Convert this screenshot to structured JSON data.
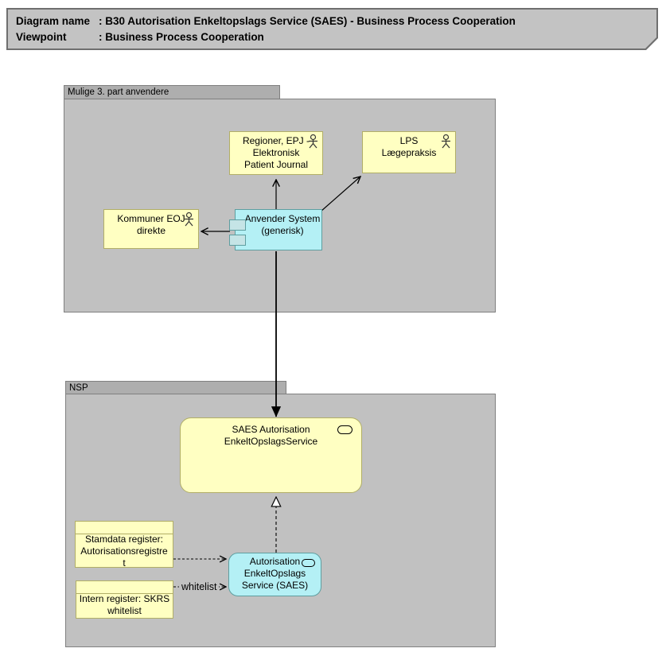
{
  "note": {
    "line1_label": "Diagram name",
    "line1_value": ": B30 Autorisation Enkeltopslags Service (SAES) - Business Process Cooperation",
    "line2_label": "Viewpoint",
    "line2_value": ": Business Process Cooperation"
  },
  "groups": {
    "anvendere": {
      "label": "Mulige 3. part anvendere"
    },
    "nsp": {
      "label": "NSP"
    }
  },
  "nodes": {
    "regioner": {
      "label": "Regioner, EPJ -\nElektronisk\nPatient Journal",
      "type": "business-actor"
    },
    "lps": {
      "label": "LPS\nLægepraksis",
      "type": "business-actor"
    },
    "kommuner": {
      "label": "Kommuner EOJ\ndirekte",
      "type": "business-actor"
    },
    "anvender": {
      "label": "Anvender System\n(generisk)",
      "type": "application-component"
    },
    "saes": {
      "label": "SAES Autorisation\nEnkeltOpslagsService",
      "type": "service"
    },
    "stamdata": {
      "label": "Stamdata register:\nAutorisationsregistre\nt",
      "type": "business-object"
    },
    "intern": {
      "label": "Intern register: SKRS\nwhitelist",
      "type": "business-object"
    },
    "autorisation": {
      "label": "Autorisation\nEnkeltOpslags\nService (SAES)",
      "type": "service"
    }
  },
  "edges": {
    "whitelist_label": "whitelist"
  },
  "icons": {
    "actor": "business-actor-icon",
    "service": "service-icon",
    "component_tabs": "component-icon"
  },
  "colors": {
    "note_fill": "#c3c3c3",
    "note_border": "#6f6f6f",
    "group_fill": "#c1c1c1",
    "group_tab_fill": "#aeaeae",
    "group_border": "#808080",
    "yellow_fill": "#ffffc2",
    "yellow_border": "#b1ae67",
    "cyan_fill": "#b4f0f5",
    "cyan_border": "#5f9ea0",
    "comp_tab_fill": "#c5e4e6",
    "line": "#000000"
  }
}
